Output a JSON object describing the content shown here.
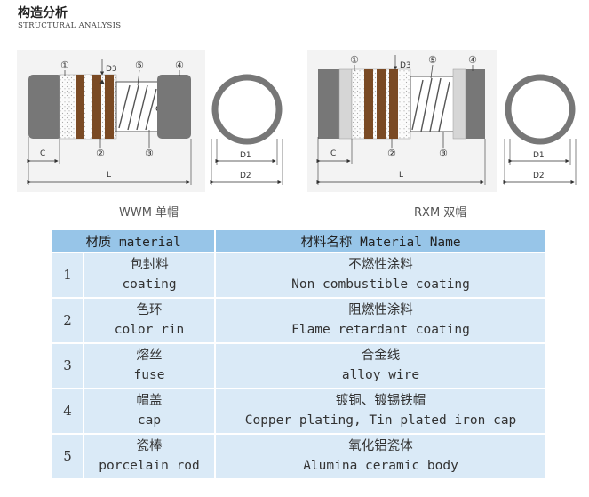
{
  "header": {
    "title": "构造分析",
    "subtitle": "STRUCTURAL ANALYSIS"
  },
  "diagrams": [
    {
      "id": "wwm",
      "caption": "WWM 单帽",
      "callouts": [
        "①",
        "②",
        "③",
        "④",
        "⑤"
      ],
      "dims": {
        "c": "C",
        "l": "L",
        "d1": "D1",
        "d2": "D2",
        "d3": "D3"
      }
    },
    {
      "id": "rxm",
      "caption": "RXM 双帽",
      "callouts": [
        "①",
        "②",
        "③",
        "④",
        "⑤"
      ],
      "dims": {
        "c": "C",
        "l": "L",
        "d1": "D1",
        "d2": "D2",
        "d3": "D3"
      }
    }
  ],
  "table": {
    "headers": [
      "材质 material",
      "材料名称 Material Name"
    ],
    "rows": [
      {
        "num": "1",
        "material_zh": "包封料",
        "material_en": "coating",
        "name_zh": "不燃性涂料",
        "name_en": "Non combustible coating"
      },
      {
        "num": "2",
        "material_zh": "色环",
        "material_en": "color rin",
        "name_zh": "阻燃性涂料",
        "name_en": "Flame retardant coating"
      },
      {
        "num": "3",
        "material_zh": "熔丝",
        "material_en": "fuse",
        "name_zh": "合金线",
        "name_en": "alloy wire"
      },
      {
        "num": "4",
        "material_zh": "帽盖",
        "material_en": "cap",
        "name_zh": "镀铜、镀锡铁帽",
        "name_en": "Copper plating, Tin plated iron cap"
      },
      {
        "num": "5",
        "material_zh": "瓷棒",
        "material_en": "porcelain rod",
        "name_zh": "氧化铝瓷体",
        "name_en": "Alumina ceramic body"
      }
    ]
  }
}
